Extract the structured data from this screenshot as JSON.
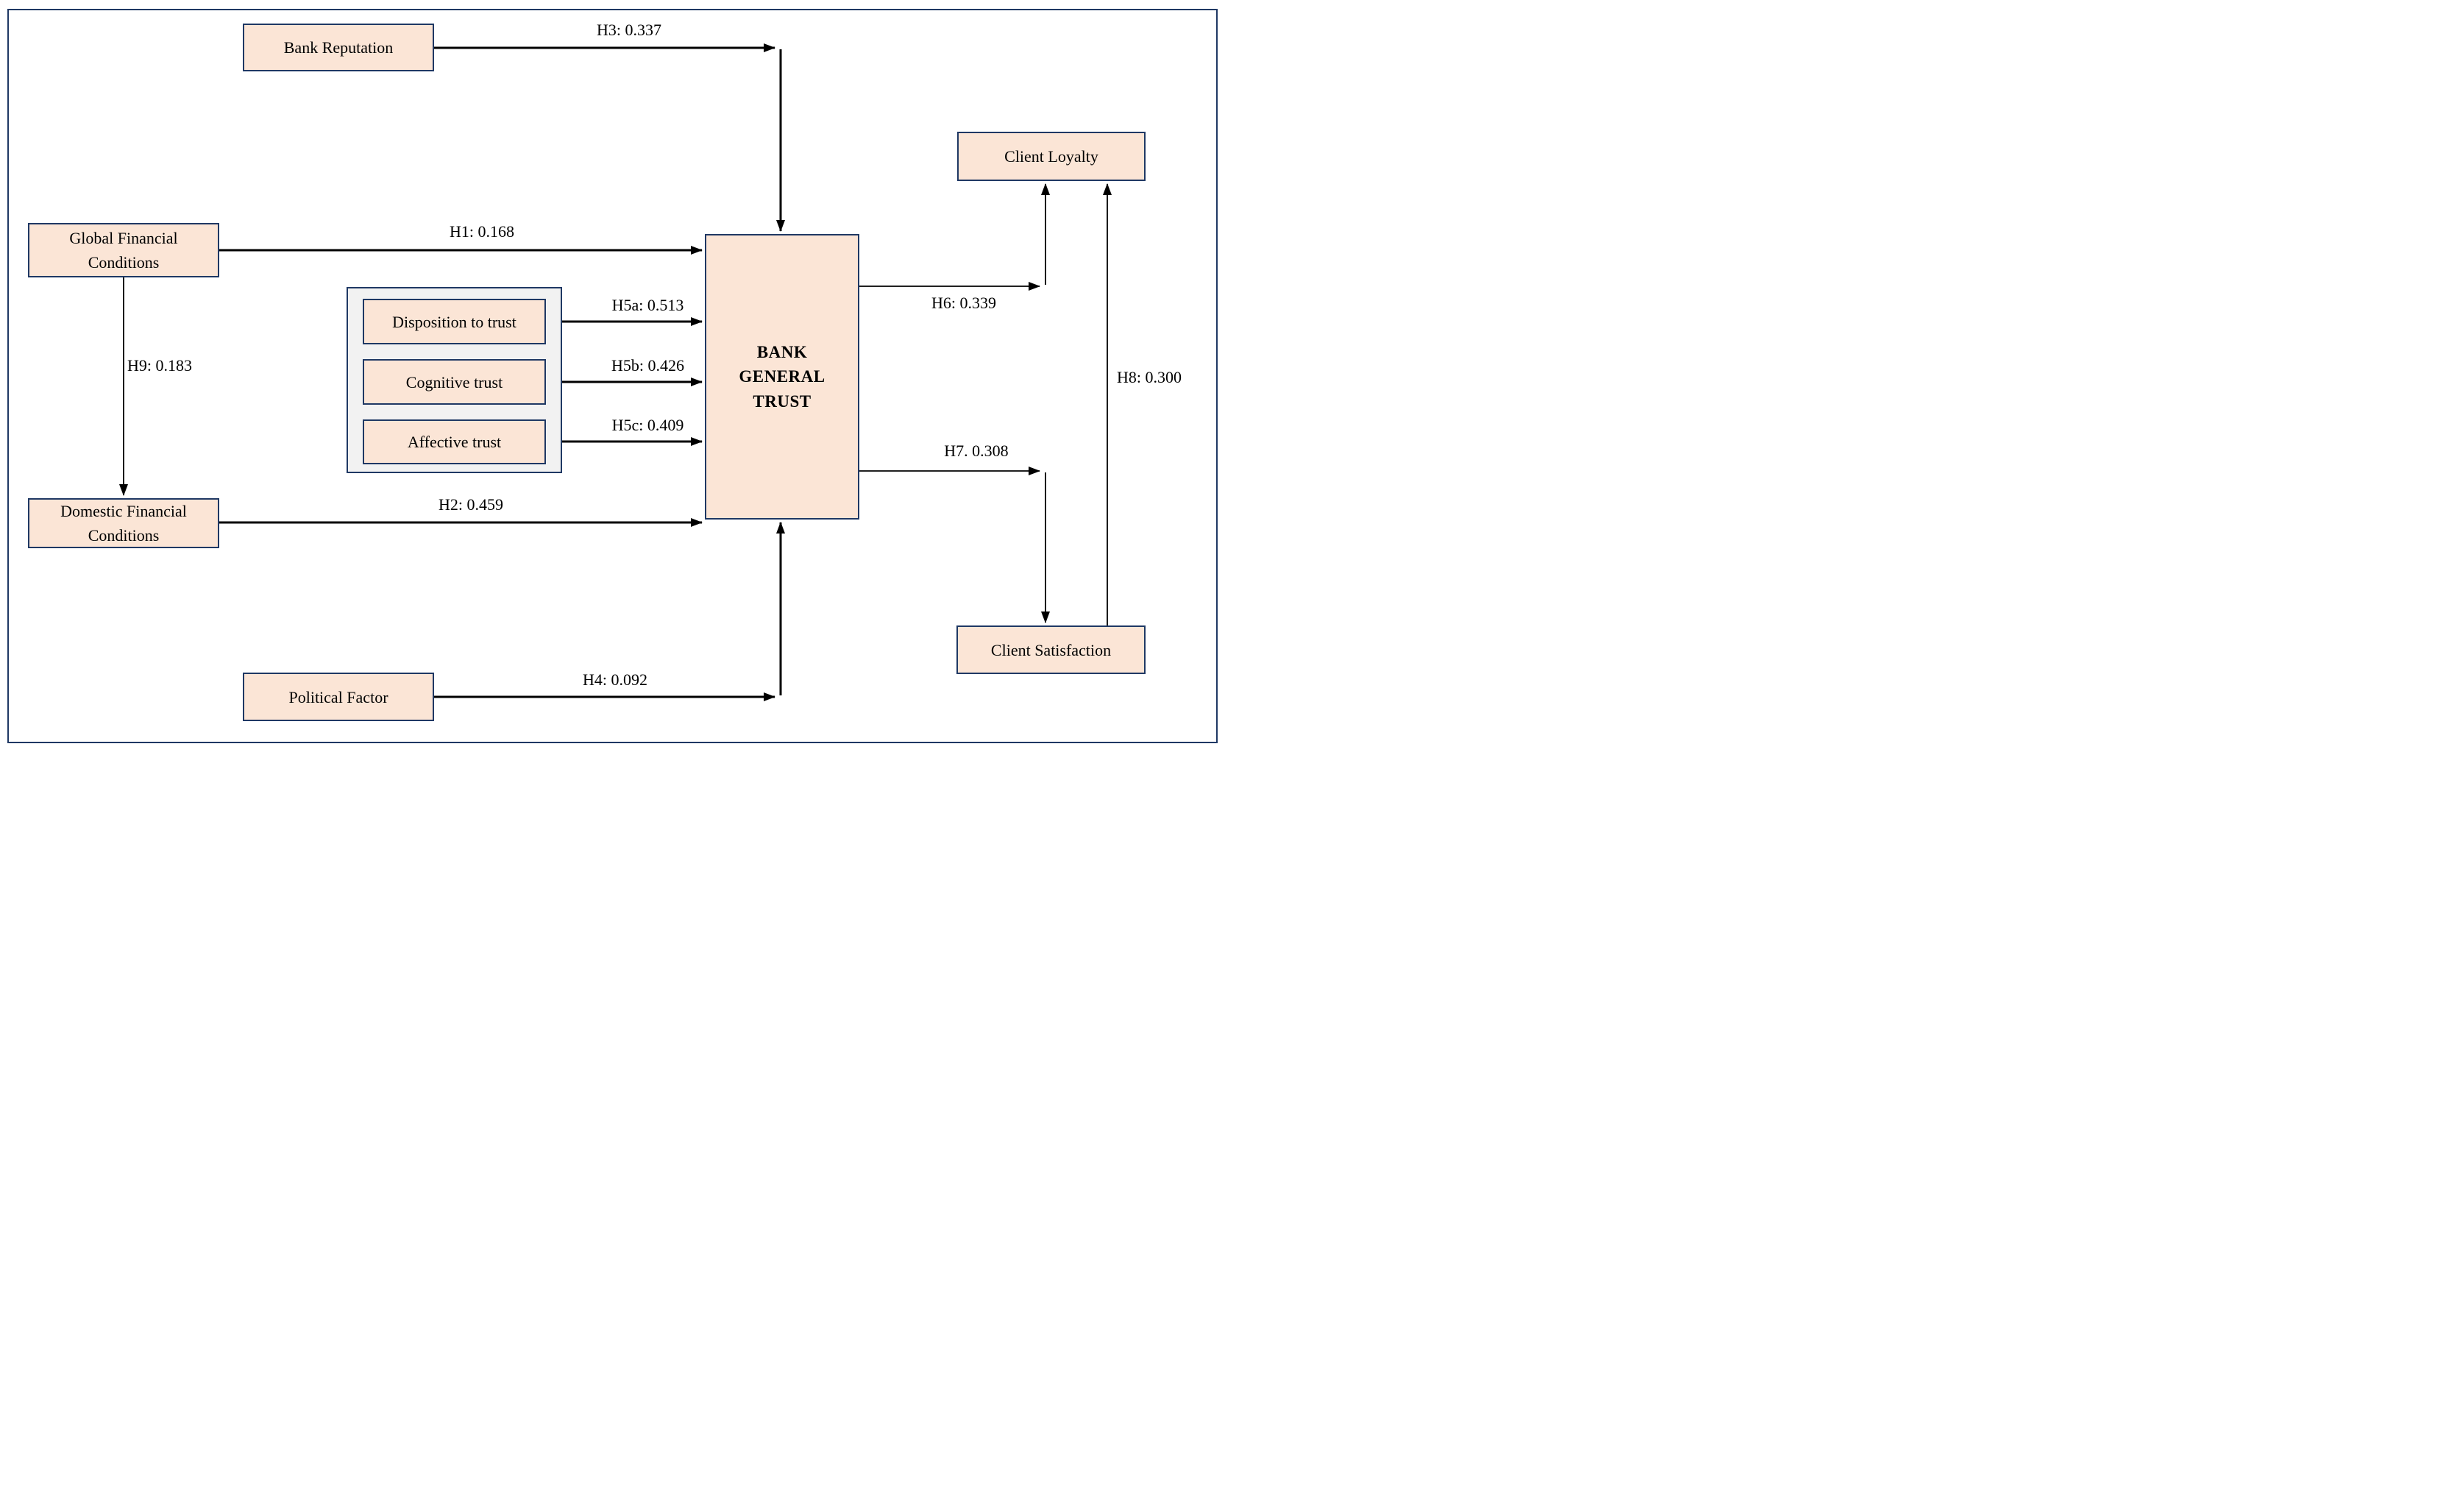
{
  "figure": {
    "type": "path-model-diagram",
    "colors": {
      "background": "#ffffff",
      "frame_border": "#1f3864",
      "node_fill": "#fbe5d6",
      "node_border": "#1f3864",
      "group_fill": "#f2f2f2",
      "arrow": "#000000",
      "text": "#000000"
    },
    "nodes": {
      "bank_reputation": {
        "label": "Bank Reputation"
      },
      "client_loyalty": {
        "label": "Client Loyalty"
      },
      "global_financial_conditions": {
        "label": "Global Financial Conditions"
      },
      "domestic_financial_conditions": {
        "label": "Domestic Financial Conditions"
      },
      "political_factor": {
        "label": "Political Factor"
      },
      "client_satisfaction": {
        "label": "Client Satisfaction"
      },
      "bank_general_trust": {
        "label": "BANK GENERAL TRUST"
      },
      "disposition_to_trust": {
        "label": "Disposition to trust"
      },
      "cognitive_trust": {
        "label": "Cognitive trust"
      },
      "affective_trust": {
        "label": "Affective trust"
      }
    },
    "paths": {
      "H1": {
        "label": "H1: 0.168",
        "coefficient": 0.168,
        "from": "Global Financial Conditions",
        "to": "Bank General Trust"
      },
      "H2": {
        "label": "H2: 0.459",
        "coefficient": 0.459,
        "from": "Domestic Financial Conditions",
        "to": "Bank General Trust"
      },
      "H3": {
        "label": "H3: 0.337",
        "coefficient": 0.337,
        "from": "Bank Reputation",
        "to": "Bank General Trust"
      },
      "H4": {
        "label": "H4: 0.092",
        "coefficient": 0.092,
        "from": "Political Factor",
        "to": "Bank General Trust"
      },
      "H5a": {
        "label": "H5a: 0.513",
        "coefficient": 0.513,
        "from": "Disposition to trust",
        "to": "Bank General Trust"
      },
      "H5b": {
        "label": "H5b: 0.426",
        "coefficient": 0.426,
        "from": "Cognitive trust",
        "to": "Bank General Trust"
      },
      "H5c": {
        "label": "H5c: 0.409",
        "coefficient": 0.409,
        "from": "Affective trust",
        "to": "Bank General Trust"
      },
      "H6": {
        "label": "H6: 0.339",
        "coefficient": 0.339,
        "from": "Bank General Trust",
        "to": "Client Loyalty"
      },
      "H7": {
        "label": "H7. 0.308",
        "coefficient": 0.308,
        "from": "Bank General Trust",
        "to": "Client Satisfaction"
      },
      "H8": {
        "label": "H8: 0.300",
        "coefficient": 0.3,
        "from": "Client Satisfaction",
        "to": "Client Loyalty"
      },
      "H9": {
        "label": "H9: 0.183",
        "coefficient": 0.183,
        "from": "Global Financial Conditions",
        "to": "Domestic Financial Conditions"
      }
    }
  }
}
